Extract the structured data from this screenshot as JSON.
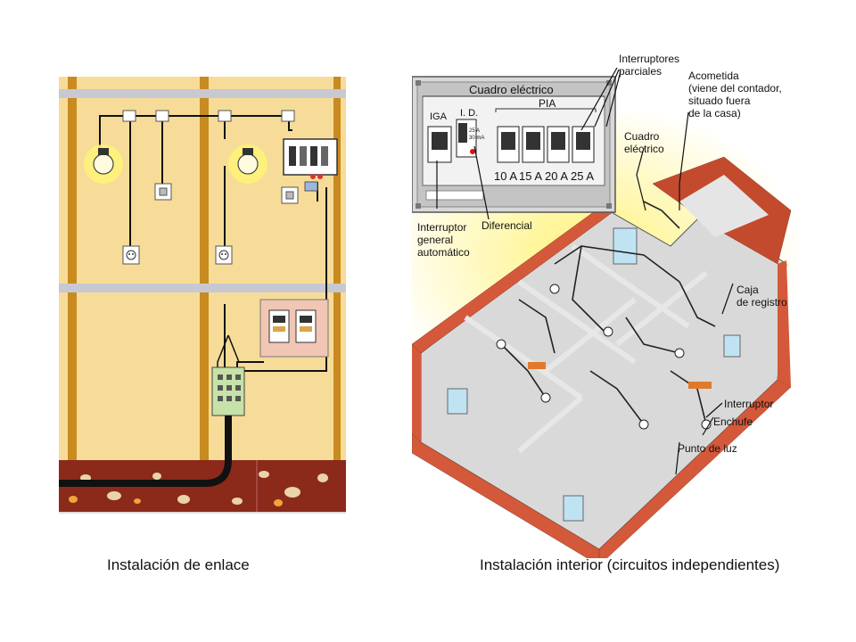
{
  "left_diagram": {
    "caption": "Instalación de enlace"
  },
  "right_diagram": {
    "caption": "Instalación interior (circuitos independientes)",
    "panel": {
      "title": "Cuadro eléctrico",
      "igat": "IGA",
      "id": "I. D.",
      "pia": "PIA",
      "id_rating_1": "25 A",
      "id_rating_2": "30 mA",
      "ratings": [
        "10 A",
        "15 A",
        "20 A",
        "25 A"
      ]
    },
    "labels": {
      "interruptores_parciales": [
        "Interruptores",
        "parciales"
      ],
      "acometida": [
        "Acometida",
        "(viene del contador,",
        "situado fuera",
        "de la casa)"
      ],
      "cuadro_electrico": [
        "Cuadro",
        "eléctrico"
      ],
      "caja_registro": [
        "Caja",
        "de registro"
      ],
      "interruptor_general": [
        "Interruptor",
        "general",
        "automático"
      ],
      "diferencial": "Diferencial",
      "interruptor": "Interruptor",
      "enchufe": "Enchufe",
      "punto_luz": "Punto de luz"
    }
  },
  "colors": {
    "wall": "#f6dc98",
    "beam": "#c98a1f",
    "rail": "#c8c8d2",
    "soil": "#8b2a1a",
    "house_wall": "#d4593a",
    "floor": "#d9d9d9",
    "panel": "#cfcfcf",
    "glow": "#fff27a"
  }
}
